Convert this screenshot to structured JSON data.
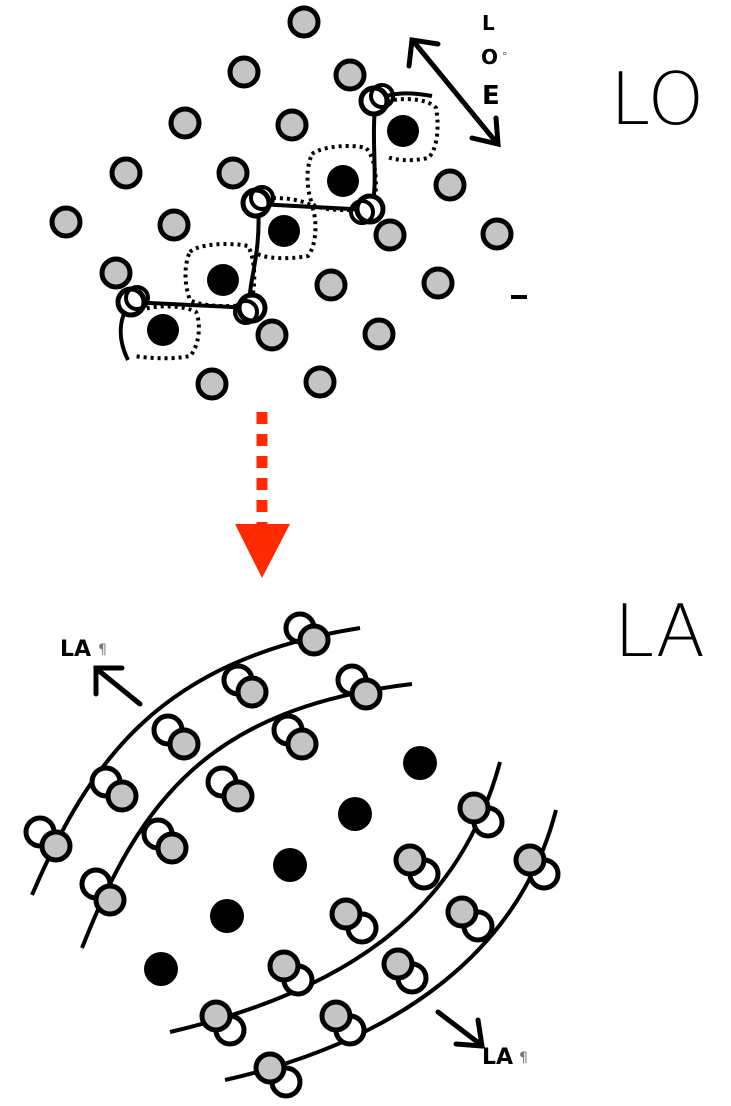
{
  "labels": {
    "top_panel": "LO",
    "bottom_panel": "LA",
    "axis_top": [
      "L",
      "O",
      "E"
    ],
    "axis_top_small": "°",
    "arrow_upper_left": "LA",
    "arrow_upper_left_small": "¶",
    "arrow_lower_right": "LA",
    "arrow_lower_right_small": "¶"
  },
  "colors": {
    "gray_atom": "#c4c4c4",
    "black_atom": "#000000",
    "stroke": "#000000",
    "arrow_red": "#ff2a00"
  }
}
